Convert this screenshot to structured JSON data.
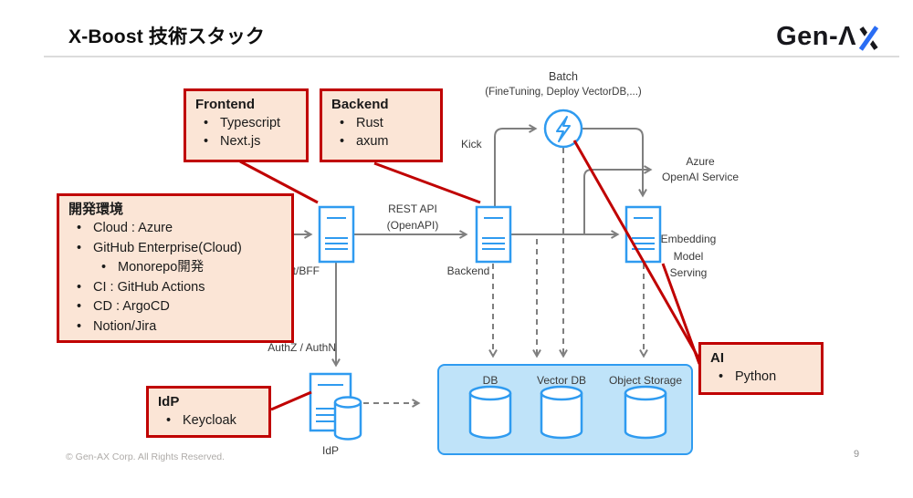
{
  "slide": {
    "title": "X-Boost 技術スタック",
    "logo_text_left": "Gen-Λ",
    "logo_text_x": "X",
    "footer_copyright": "© Gen-AX Corp. All Rights Reserved.",
    "page_number": "9"
  },
  "callouts": {
    "frontend": {
      "title": "Frontend",
      "items": [
        "Typescript",
        "Next.js"
      ]
    },
    "backend": {
      "title": "Backend",
      "items": [
        "Rust",
        "axum"
      ]
    },
    "dev_env": {
      "title": "開発環境",
      "items": [
        "Cloud : Azure",
        "GitHub Enterprise(Cloud)",
        "Monorepo開発",
        "CI : GitHub Actions",
        "CD : ArgoCD",
        "Notion/Jira"
      ]
    },
    "idp": {
      "title": "IdP",
      "items": [
        "Keycloak"
      ]
    },
    "ai": {
      "title": "AI",
      "items": [
        "Python"
      ]
    }
  },
  "diagram": {
    "batch": {
      "title": "Batch",
      "subtitle": "(FineTuning, Deploy VectorDB,...)"
    },
    "nodes": {
      "front_bff": "Front/BFF",
      "backend": "Backend",
      "embedding": "Embedding\nModel\nServing",
      "azure": "Azure\nOpenAI Service",
      "idp": "IdP",
      "db": "DB",
      "vector_db": "Vector DB",
      "object_storage": "Object Storage"
    },
    "edge_labels": {
      "kick": "Kick",
      "rest_api": "REST API\n(OpenAPI)",
      "auth": "AuthZ / AuthN"
    }
  },
  "colors": {
    "accent_red": "#C00000",
    "callout_fill": "#FBE5D6",
    "node_blue": "#2F9BF0",
    "storage_fill": "#BFE3F9",
    "line_gray": "#7F7F7F",
    "logo_blue": "#2A6DF4"
  }
}
